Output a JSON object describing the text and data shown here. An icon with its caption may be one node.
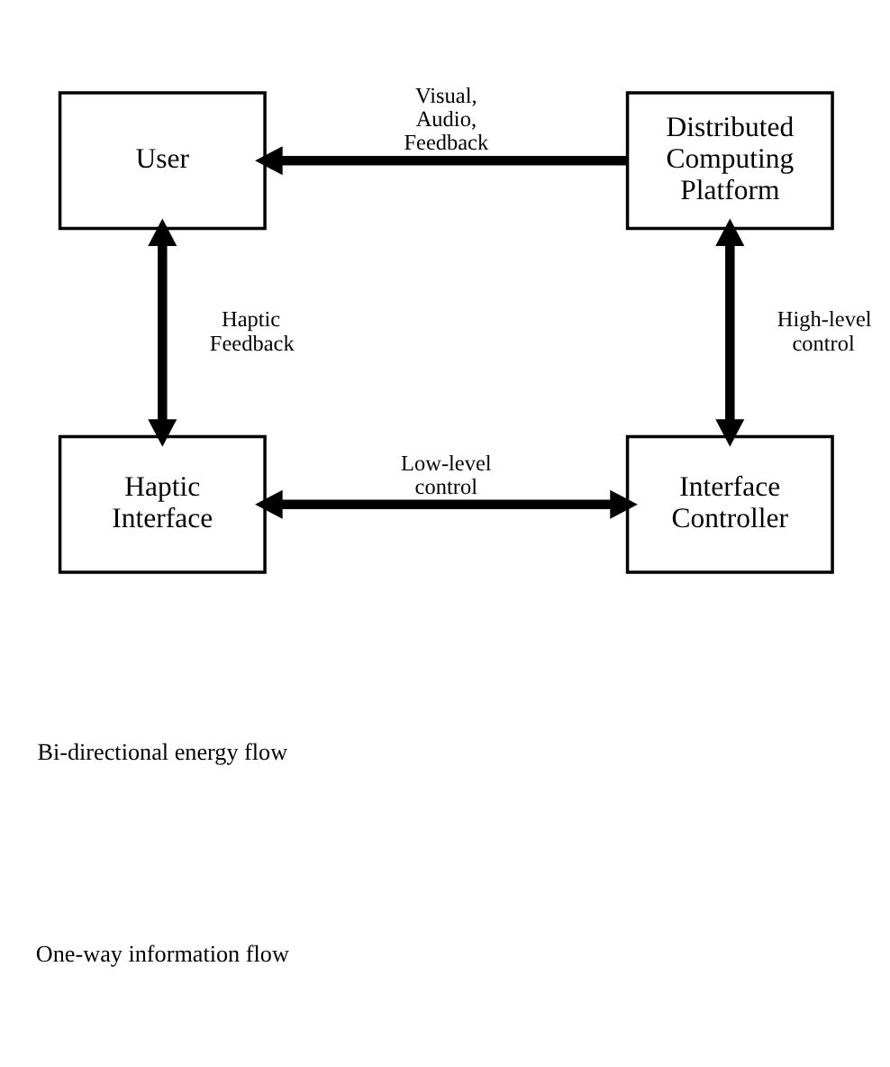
{
  "diagram": {
    "nodes": [
      {
        "text": [
          "User"
        ]
      },
      {
        "text": [
          "Distributed Computing Platform"
        ]
      },
      {
        "text": [
          "Haptic Interface"
        ]
      },
      {
        "text": [
          "Interface Controller"
        ]
      }
    ],
    "edges": [
      {
        "from": 1,
        "to": 0,
        "arrow": "to",
        "label": "Visual, Audio, Feedback"
      },
      {
        "from": 0,
        "to": 2,
        "arrow": "both",
        "label": "Haptic Feedback"
      },
      {
        "from": 1,
        "to": 3,
        "arrow": "both",
        "label": "High-level control"
      },
      {
        "from": 2,
        "to": 3,
        "arrow": "both",
        "label": "Low-level control"
      }
    ],
    "legend": [
      {
        "text": "Bi-directional energy flow"
      },
      {
        "text": "One-way information flow"
      }
    ]
  }
}
